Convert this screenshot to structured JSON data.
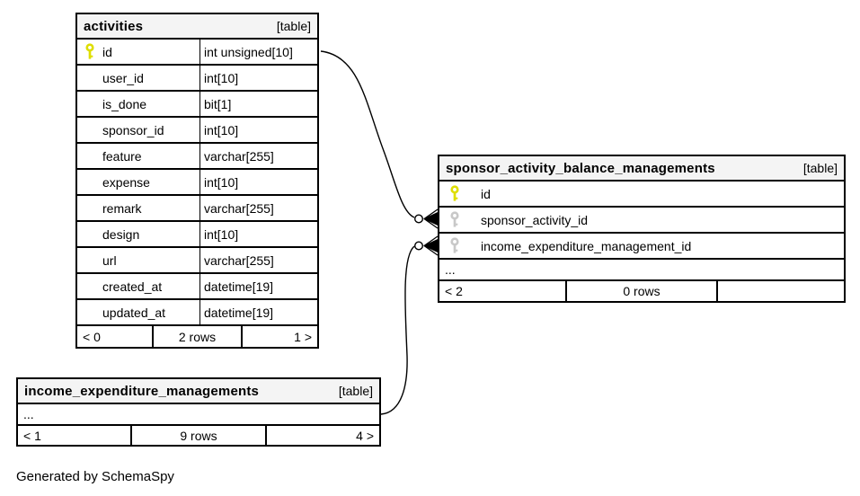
{
  "note": "Generated by SchemaSpy",
  "colors": {
    "primary_key": "#dede00",
    "foreign_key": "#c8c8c8",
    "header_bg": "#f4f4f4",
    "line": "#000000"
  },
  "icons": {
    "primary_key": "yellow-key-icon",
    "foreign_key": "gray-key-icon"
  },
  "tables": {
    "activities": {
      "name": "activities",
      "tag": "[table]",
      "columns": [
        {
          "name": "id",
          "type": "int unsigned[10]",
          "key": "primary"
        },
        {
          "name": "user_id",
          "type": "int[10]",
          "key": "none"
        },
        {
          "name": "is_done",
          "type": "bit[1]",
          "key": "none"
        },
        {
          "name": "sponsor_id",
          "type": "int[10]",
          "key": "none"
        },
        {
          "name": "feature",
          "type": "varchar[255]",
          "key": "none"
        },
        {
          "name": "expense",
          "type": "int[10]",
          "key": "none"
        },
        {
          "name": "remark",
          "type": "varchar[255]",
          "key": "none"
        },
        {
          "name": "design",
          "type": "int[10]",
          "key": "none"
        },
        {
          "name": "url",
          "type": "varchar[255]",
          "key": "none"
        },
        {
          "name": "created_at",
          "type": "datetime[19]",
          "key": "none"
        },
        {
          "name": "updated_at",
          "type": "datetime[19]",
          "key": "none"
        }
      ],
      "footer": {
        "parents": "< 0",
        "rows": "2 rows",
        "children": "1 >"
      }
    },
    "sponsor_activity_balance_managements": {
      "name": "sponsor_activity_balance_managements",
      "tag": "[table]",
      "columns": [
        {
          "name": "id",
          "key": "primary"
        },
        {
          "name": "sponsor_activity_id",
          "key": "foreign"
        },
        {
          "name": "income_expenditure_management_id",
          "key": "foreign"
        }
      ],
      "ellipsis": "...",
      "footer": {
        "parents": "< 2",
        "rows": "0 rows",
        "children": ""
      }
    },
    "income_expenditure_managements": {
      "name": "income_expenditure_managements",
      "tag": "[table]",
      "ellipsis": "...",
      "footer": {
        "parents": "< 1",
        "rows": "9 rows",
        "children": "4 >"
      }
    }
  },
  "relationships": [
    {
      "from": "activities.id",
      "to": "sponsor_activity_balance_managements.sponsor_activity_id"
    },
    {
      "from": "income_expenditure_managements",
      "to": "sponsor_activity_balance_managements.income_expenditure_management_id"
    }
  ]
}
